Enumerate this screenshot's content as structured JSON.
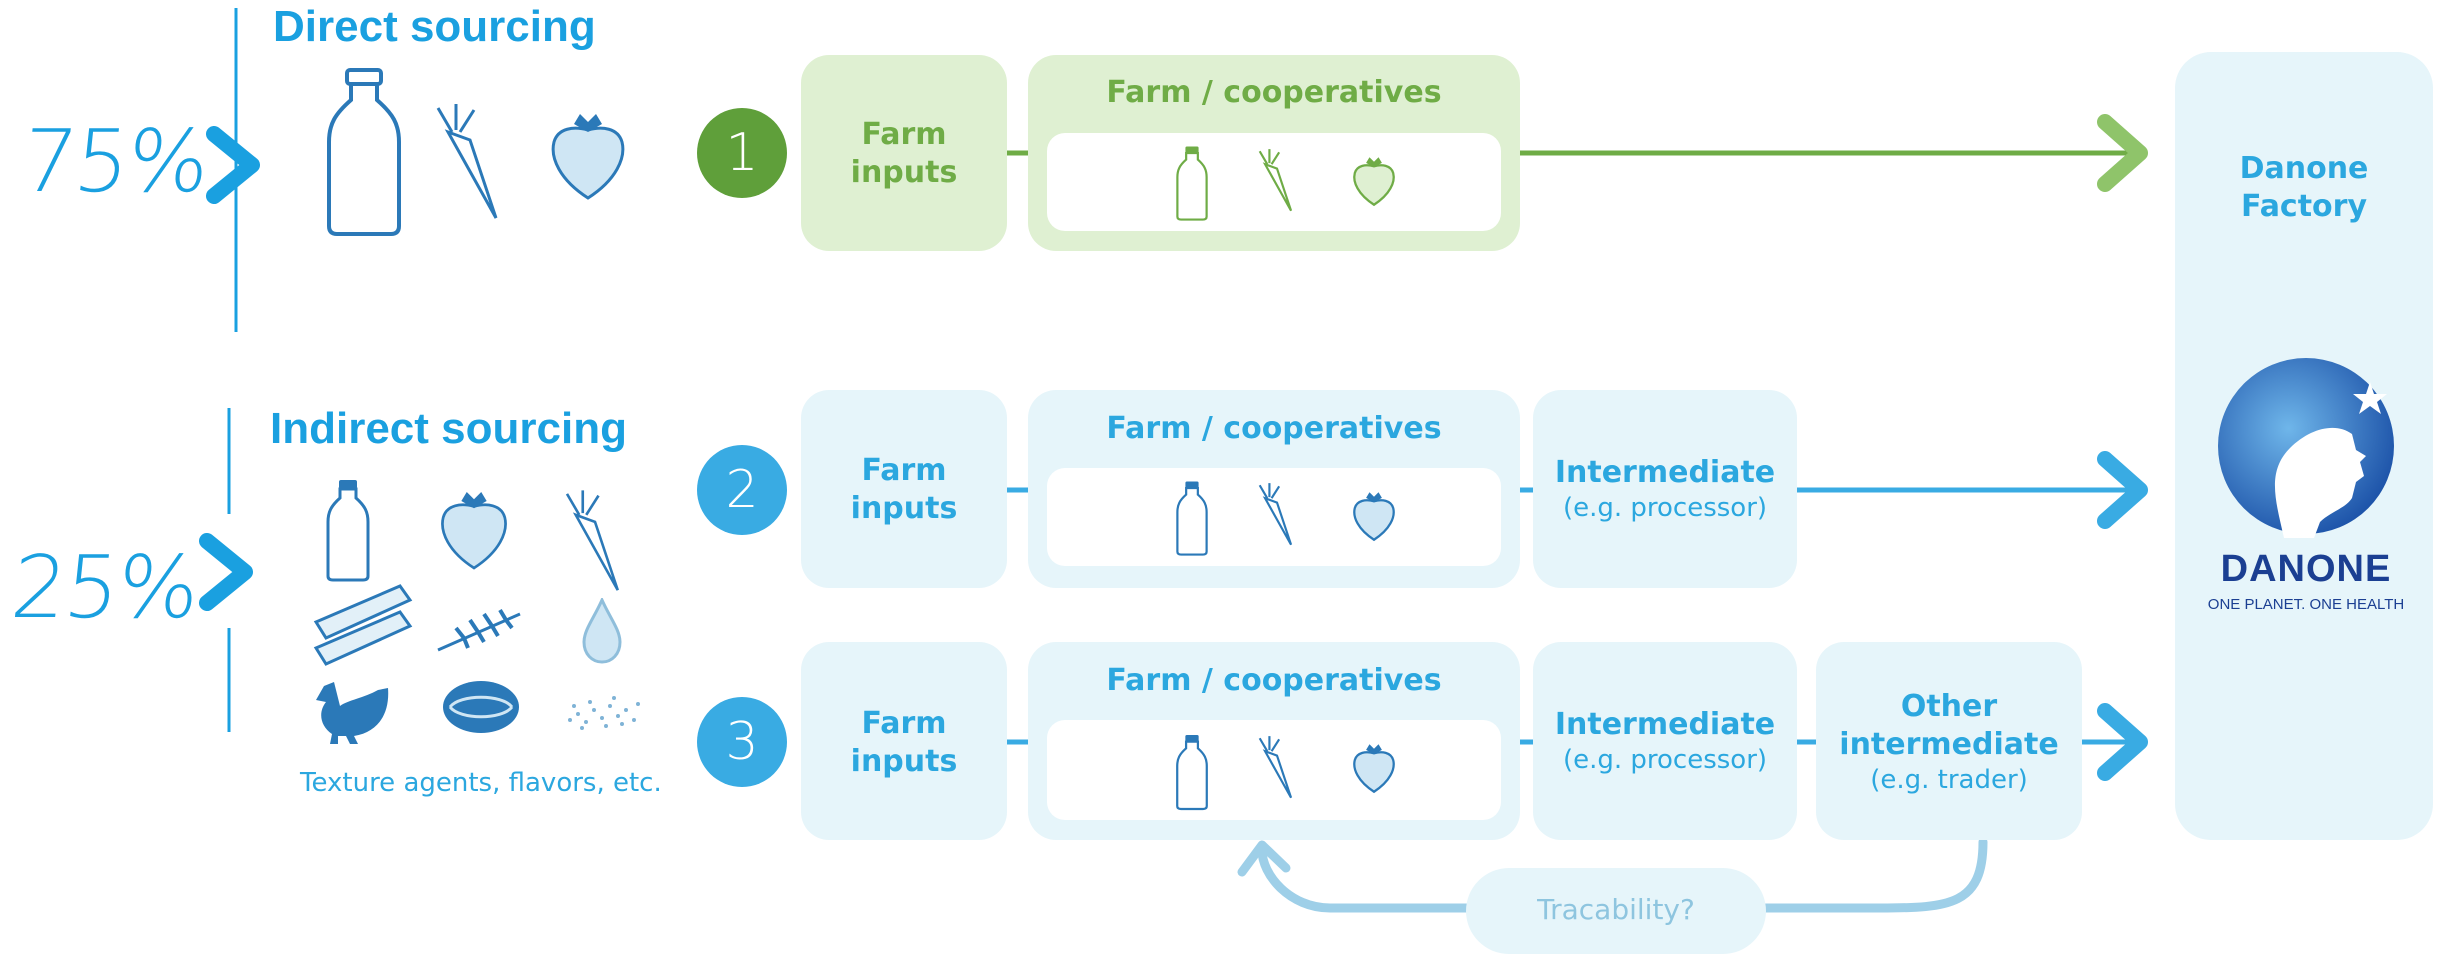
{
  "direct": {
    "title": "Direct sourcing",
    "percent": "75%"
  },
  "indirect": {
    "title": "Indirect sourcing",
    "percent": "25%",
    "caption": "Texture agents, flavors, etc."
  },
  "rows": [
    {
      "number": "1",
      "farm_inputs": "Farm\ninputs",
      "farm_coop": "Farm /  cooperatives"
    },
    {
      "number": "2",
      "farm_inputs": "Farm\ninputs",
      "farm_coop": "Farm /  cooperatives",
      "intermediate": "Intermediate",
      "intermediate_sub": "(e.g. processor)"
    },
    {
      "number": "3",
      "farm_inputs": "Farm\ninputs",
      "farm_coop": "Farm /  cooperatives",
      "intermediate": "Intermediate",
      "intermediate_sub": "(e.g. processor)",
      "other_intermediate": "Other\nintermediate",
      "other_intermediate_sub": "(e.g. trader)"
    }
  ],
  "factory": {
    "label": "Danone\nFactory"
  },
  "logo": {
    "name": "DANONE",
    "tagline": "ONE PLANET. ONE HEALTH"
  },
  "traceability": "Tracability?",
  "icons": {
    "direct": [
      "milk-bottle-icon",
      "carrot-icon",
      "strawberry-icon"
    ],
    "indirect": [
      "milk-bottle-icon",
      "strawberry-icon",
      "carrot-icon",
      "sugar-cane-icon",
      "wheat-icon",
      "water-drop-icon",
      "chicken-icon",
      "cocoa-icon",
      "powder-icon"
    ]
  },
  "colors": {
    "green": "#6fac46",
    "green_dark": "#5f9f3a",
    "blue": "#2ba7df",
    "navy": "#1b3f92",
    "pale_blue": "#e6f5fa",
    "pale_green": "#dff0d2"
  }
}
